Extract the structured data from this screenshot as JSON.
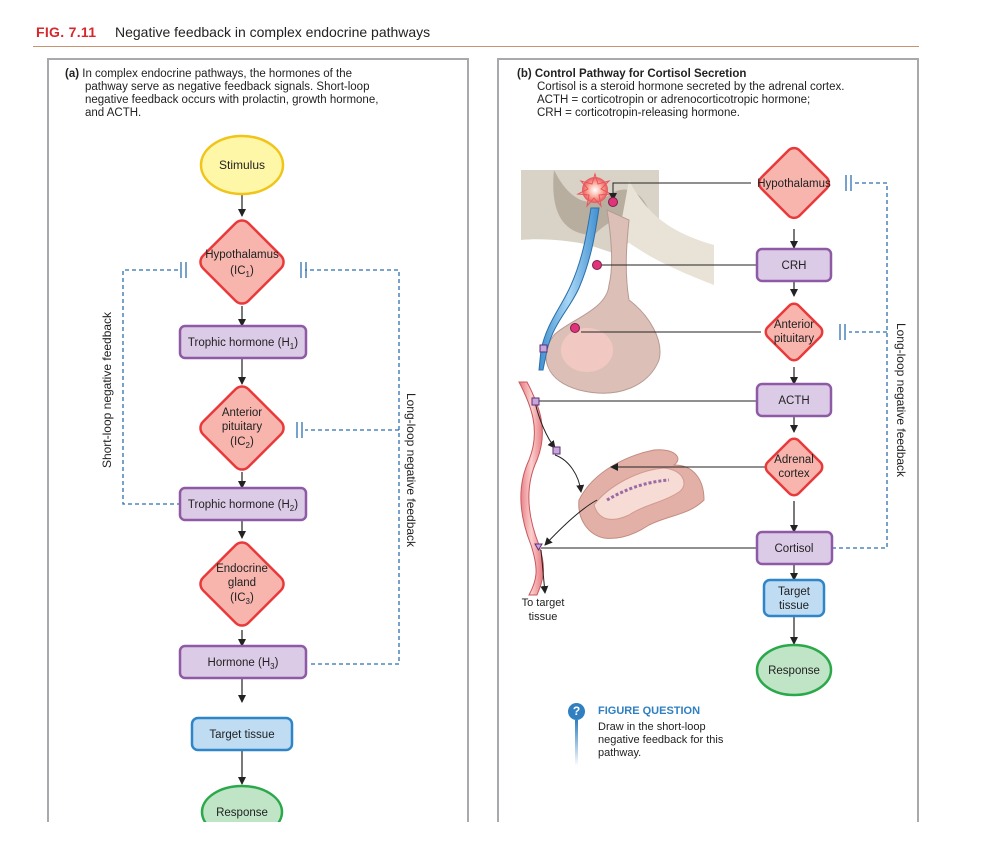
{
  "header": {
    "fig_label": "FIG. 7.11",
    "title": "Negative feedback in complex endocrine pathways"
  },
  "panel_a": {
    "caption_tag": "(a)",
    "caption_lines": [
      "In complex endocrine pathways, the hormones of the",
      "pathway serve as negative feedback signals. Short-loop",
      "negative feedback occurs with prolactin, growth hormone,",
      "and ACTH."
    ],
    "stimulus": "Stimulus",
    "hypothalamus": {
      "name": "Hypothalamus",
      "code": "IC",
      "sub": "1"
    },
    "trophic1": {
      "name": "Trophic hormone (H",
      "sub": "1",
      "close": ")"
    },
    "anterior": {
      "line1": "Anterior",
      "line2": "pituitary",
      "code": "IC",
      "sub": "2"
    },
    "trophic2": {
      "name": "Trophic hormone (H",
      "sub": "2",
      "close": ")"
    },
    "endocrine": {
      "line1": "Endocrine",
      "line2": "gland",
      "code": "IC",
      "sub": "3"
    },
    "hormone3": {
      "name": "Hormone (H",
      "sub": "3",
      "close": ")"
    },
    "target": "Target tissue",
    "response": "Response",
    "short_loop_label": "Short-loop negative feedback",
    "long_loop_label": "Long-loop negative feedback"
  },
  "panel_b": {
    "caption_title": "(b) Control Pathway for Cortisol Secretion",
    "caption_lines": [
      "Cortisol is a steroid hormone secreted by the adrenal cortex.",
      "ACTH = corticotropin or adrenocorticotropic hormone;",
      "CRH = corticotropin-releasing hormone."
    ],
    "hypothalamus": "Hypothalamus",
    "crh": "CRH",
    "anterior_line1": "Anterior",
    "anterior_line2": "pituitary",
    "acth": "ACTH",
    "adrenal_line1": "Adrenal",
    "adrenal_line2": "cortex",
    "cortisol": "Cortisol",
    "target_line1": "Target",
    "target_line2": "tissue",
    "response": "Response",
    "to_target_line1": "To target",
    "to_target_line2": "tissue",
    "long_loop_label": "Long-loop negative feedback"
  },
  "figure_question": {
    "badge": "?",
    "title": "FIGURE QUESTION",
    "text": "Draw in the short-loop negative feedback for this pathway."
  },
  "colors": {
    "fig_red": "#d6282c",
    "stimulus_fill": "#fff7a8",
    "stimulus_stroke": "#f0c419",
    "diamond_fill": "#f7b5ae",
    "diamond_stroke": "#e8393b",
    "box_fill": "#dccbe6",
    "box_stroke": "#8e5aa5",
    "target_fill": "#bfdcf3",
    "target_stroke": "#2e86c9",
    "response_fill": "#bfe4c6",
    "response_stroke": "#2aa84a",
    "feedback_blue": "#2f6fae"
  }
}
